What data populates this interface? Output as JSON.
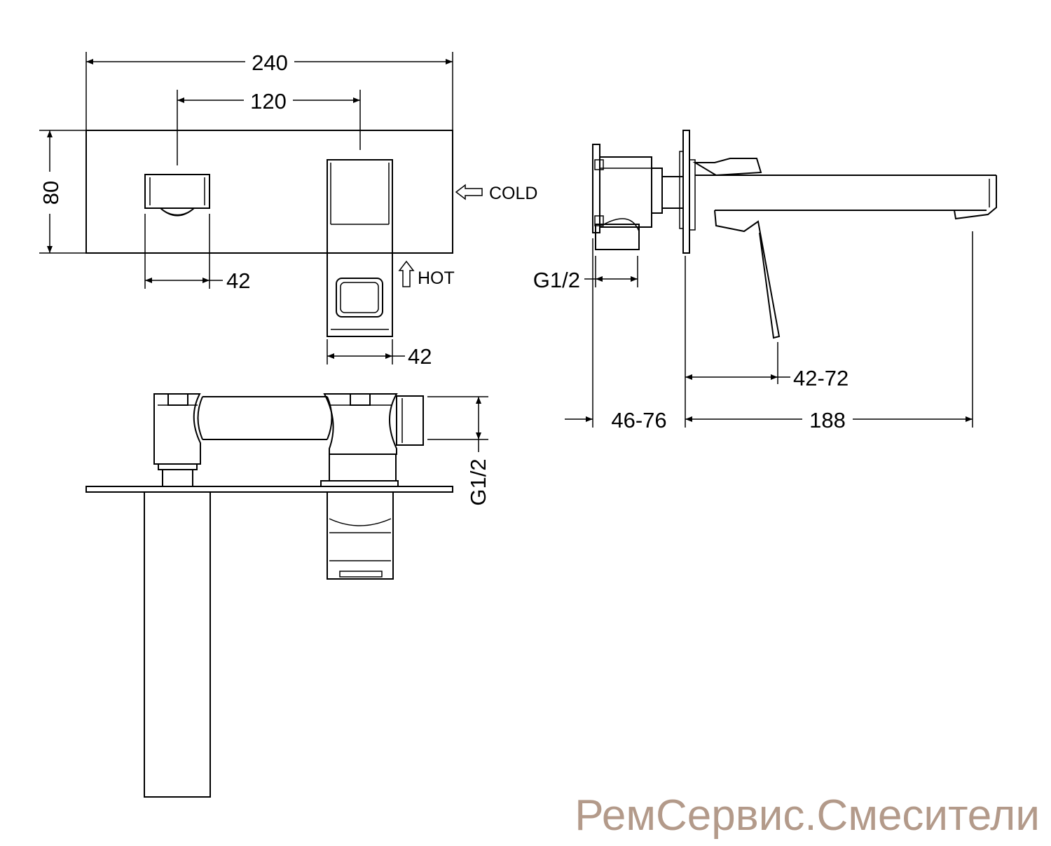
{
  "dimensions": {
    "overall_width": "240",
    "handle_spacing": "120",
    "plate_height": "80",
    "spout_width": "42",
    "handle_width": "42",
    "thread_top": "G1/2",
    "thread_side": "G1/2",
    "handle_projection": "42-72",
    "wall_depth": "46-76",
    "spout_projection": "188"
  },
  "labels": {
    "cold": "COLD",
    "hot": "HOT"
  },
  "watermark": "РемСервис.Смесители"
}
